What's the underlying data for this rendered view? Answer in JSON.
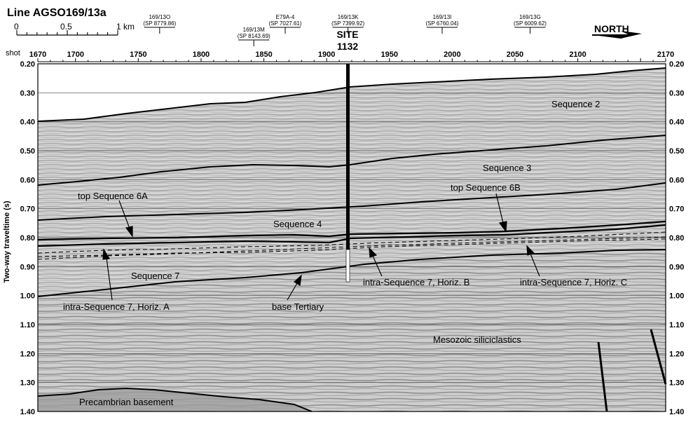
{
  "title": "Line AGSO169/13a",
  "scale_bar": {
    "labels": [
      "0",
      "0.5",
      "1 km"
    ]
  },
  "direction_label": "NORTH",
  "site": {
    "label_line1": "SITE",
    "label_line2": "1132",
    "shotpoint": 1917
  },
  "crossings": [
    {
      "name": "169/13O",
      "sp": "(SP 8779.86)",
      "shot": 1767,
      "level": "high"
    },
    {
      "name": "169/13M",
      "sp": "(SP 8143.69)",
      "shot": 1842,
      "level": "low"
    },
    {
      "name": "E79A-4",
      "sp": "(SP 7027.61)",
      "shot": 1867,
      "level": "high"
    },
    {
      "name": "169/13K",
      "sp": "(SP 7399.92)",
      "shot": 1917,
      "level": "high"
    },
    {
      "name": "169/13I",
      "sp": "(SP 6760.04)",
      "shot": 1992,
      "level": "high"
    },
    {
      "name": "169/13G",
      "sp": "(SP 6009.62)",
      "shot": 2062,
      "level": "high"
    }
  ],
  "x_axis": {
    "label": "shot",
    "ticks": [
      "1670",
      "1700",
      "1750",
      "1800",
      "1850",
      "1900",
      "1950",
      "2000",
      "2050",
      "2100",
      "2170"
    ],
    "range": [
      1670,
      2170
    ]
  },
  "y_axis": {
    "label": "Two-way traveltime (s)",
    "ticks": [
      "0.20",
      "0.30",
      "0.40",
      "0.50",
      "0.60",
      "0.70",
      "0.80",
      "0.90",
      "1.00",
      "1.10",
      "1.20",
      "1.30",
      "1.40"
    ],
    "range": [
      0.2,
      1.4
    ]
  },
  "labels": {
    "sequence_2": "Sequence 2",
    "sequence_3": "Sequence 3",
    "sequence_4": "Sequence 4",
    "sequence_7": "Sequence 7",
    "top_6a": "top Sequence 6A",
    "top_6b": "top Sequence 6B",
    "horiz_a": "intra-Sequence 7, Horiz. A",
    "horiz_b": "intra-Sequence 7, Horiz. B",
    "horiz_c": "intra-Sequence 7, Horiz. C",
    "base_tertiary": "base Tertiary",
    "mesozoic": "Mesozoic siliciclastics",
    "precambrian": "Precambrian basement"
  },
  "colors": {
    "background": "#ffffff",
    "seismic": "#b8b8b8",
    "ink": "#000000"
  }
}
